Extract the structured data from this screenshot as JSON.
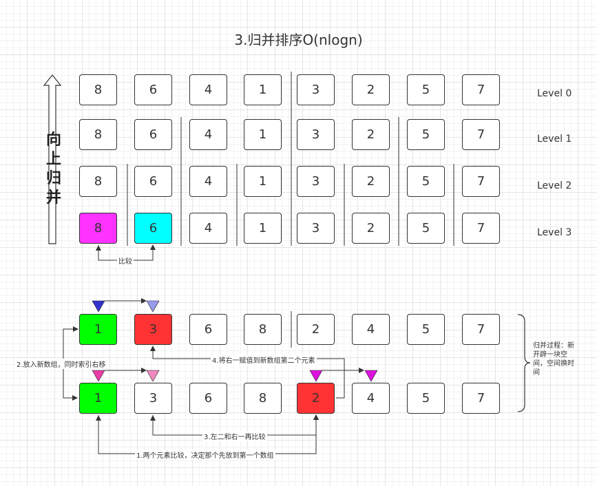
{
  "title": "3.归并排序O(nlogn)",
  "side_label": "向上归并",
  "level_labels": [
    "Level 0",
    "Level 1",
    "Level 2",
    "Level 3"
  ],
  "levels": [
    [
      8,
      6,
      4,
      1,
      3,
      2,
      5,
      7
    ],
    [
      8,
      6,
      4,
      1,
      3,
      2,
      5,
      7
    ],
    [
      8,
      6,
      4,
      1,
      3,
      2,
      5,
      7
    ],
    [
      8,
      6,
      4,
      1,
      3,
      2,
      5,
      7
    ]
  ],
  "top_row": [
    1,
    3,
    6,
    8,
    2,
    4,
    5,
    7
  ],
  "bottom_row": [
    1,
    3,
    6,
    8,
    2,
    4,
    5,
    7
  ],
  "compare_label": "比较",
  "annotations": {
    "step1": "1.两个元素比较，决定那个先放到第一个数组",
    "step2": "2.放入新数组，同时索引右移",
    "step3": "3.左二和右一再比较",
    "step4": "4.将右一赋值到新数组第二个元素"
  },
  "note": "归并过程：新开辟一块空间，空间换时间",
  "colors": {
    "magenta": "#ff33ff",
    "cyan": "#00ffff",
    "green": "#00ff00",
    "red": "#ff3333",
    "pointer_blue": "#3333cc",
    "pointer_lightblue": "#9999ee",
    "pointer_pink": "#e83ea8",
    "pointer_lightpink": "#f08abf",
    "pointer_magenta": "#dd11dd"
  }
}
